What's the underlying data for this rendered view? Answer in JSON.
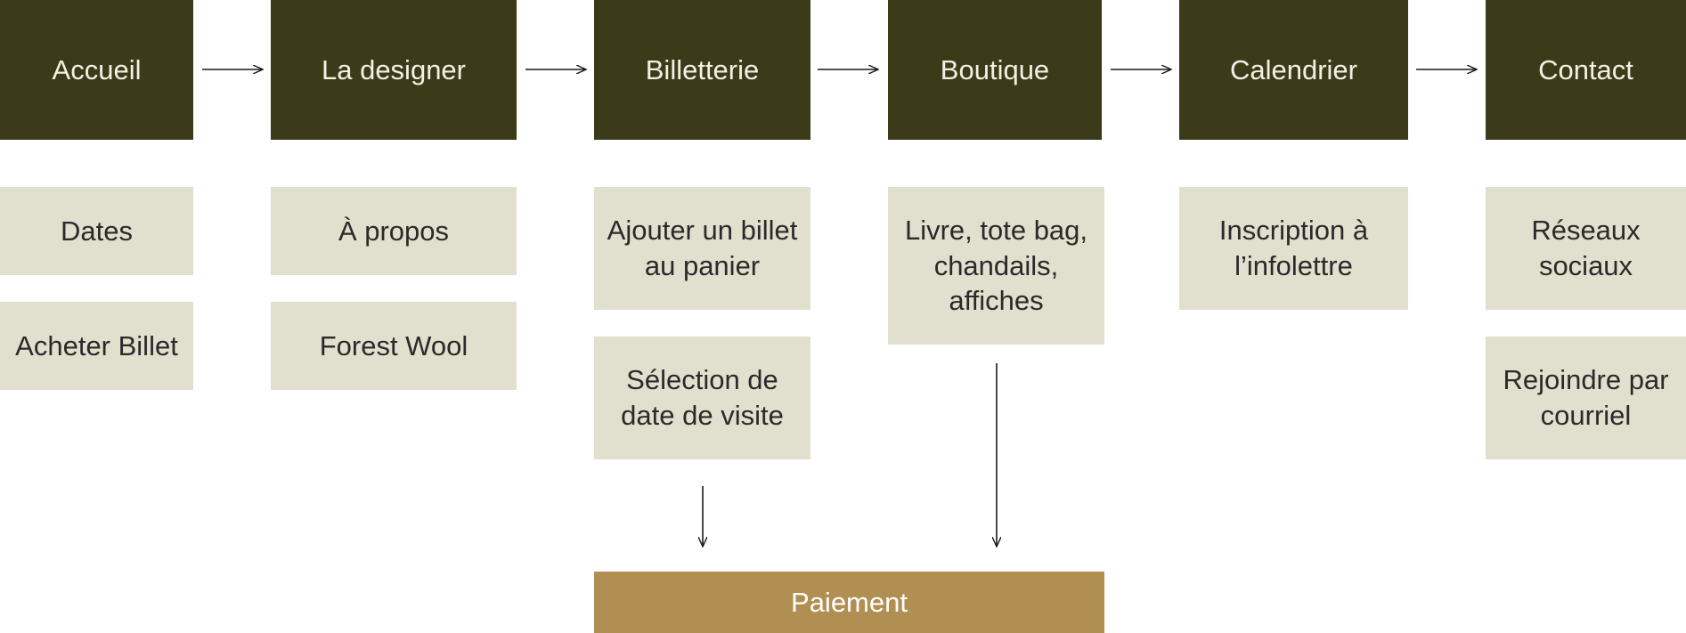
{
  "nav": [
    {
      "id": "accueil",
      "label": "Accueil"
    },
    {
      "id": "la-designer",
      "label": "La designer"
    },
    {
      "id": "billetterie",
      "label": "Billetterie"
    },
    {
      "id": "boutique",
      "label": "Boutique"
    },
    {
      "id": "calendrier",
      "label": "Calendrier"
    },
    {
      "id": "contact",
      "label": "Contact"
    }
  ],
  "accueil": {
    "dates": "Dates",
    "acheter_billet": "Acheter Billet"
  },
  "la_designer": {
    "a_propos": "À propos",
    "forest_wool": "Forest Wool"
  },
  "billetterie": {
    "ajouter_billet": "Ajouter un billet\nau panier",
    "selection_date": "Sélection de\ndate de visite"
  },
  "boutique": {
    "produits": "Livre, tote bag,\nchandails,\naffiches"
  },
  "calendrier": {
    "infolettre": "Inscription à\nl’infolettre"
  },
  "contact": {
    "reseaux": "Réseaux\nsociaux",
    "courriel": "Rejoindre par\ncourriel"
  },
  "paiement": {
    "label": "Paiement"
  },
  "colors": {
    "nav_box": "#3c3b19",
    "sub_box": "#e1dfcd",
    "payment_box": "#b18e52",
    "arrow": "#1a1a1a"
  }
}
